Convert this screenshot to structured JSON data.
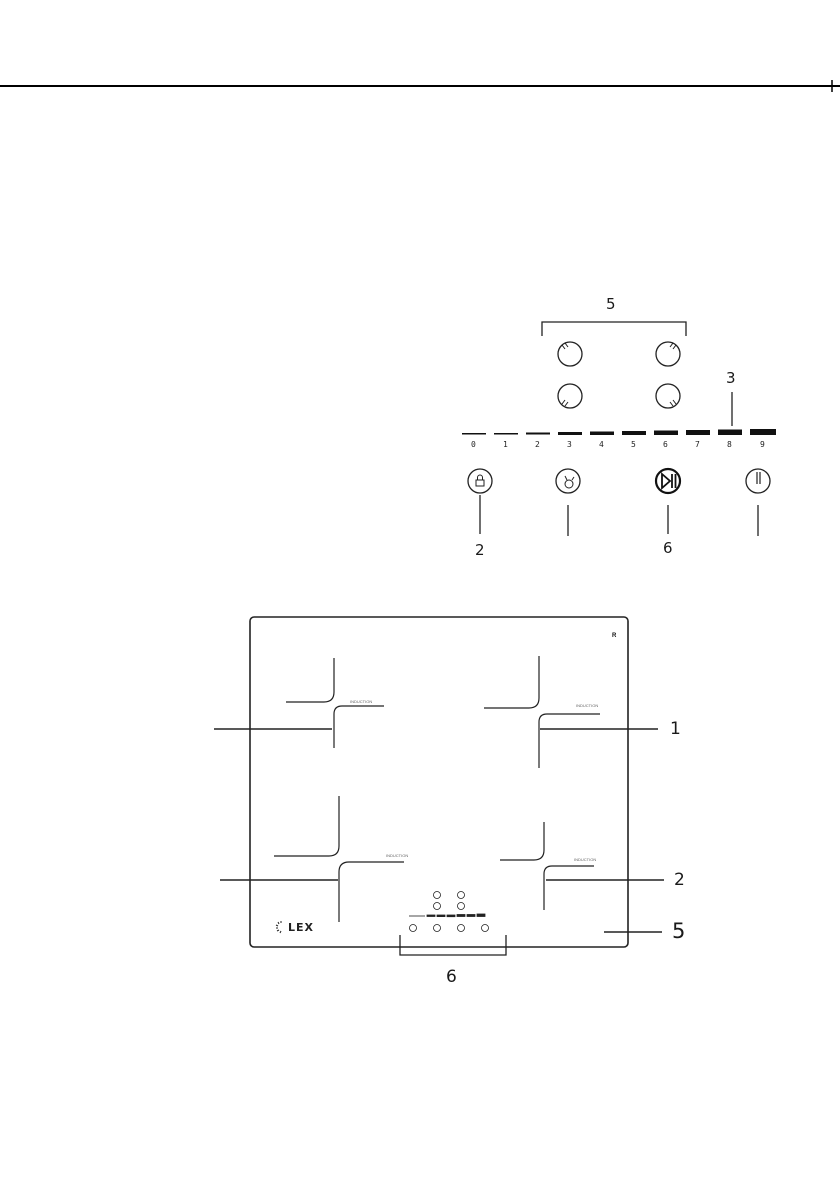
{
  "callouts": {
    "top_5": "5",
    "top_3": "3",
    "top_2": "2",
    "top_6": "6",
    "hob_1": "1",
    "hob_2": "2",
    "hob_5": "5",
    "hob_6": "6"
  },
  "power_levels": [
    "0",
    "1",
    "2",
    "3",
    "4",
    "5",
    "6",
    "7",
    "8",
    "9"
  ],
  "brand": "LEX",
  "registered_mark": "R",
  "zone_tags": [
    "INDUCTION",
    "INDUCTION",
    "INDUCTION",
    "INDUCTION"
  ],
  "icons": [
    "lock-icon",
    "timer-icon",
    "pause-play-icon",
    "power-icon",
    "zone-selector-icon"
  ]
}
